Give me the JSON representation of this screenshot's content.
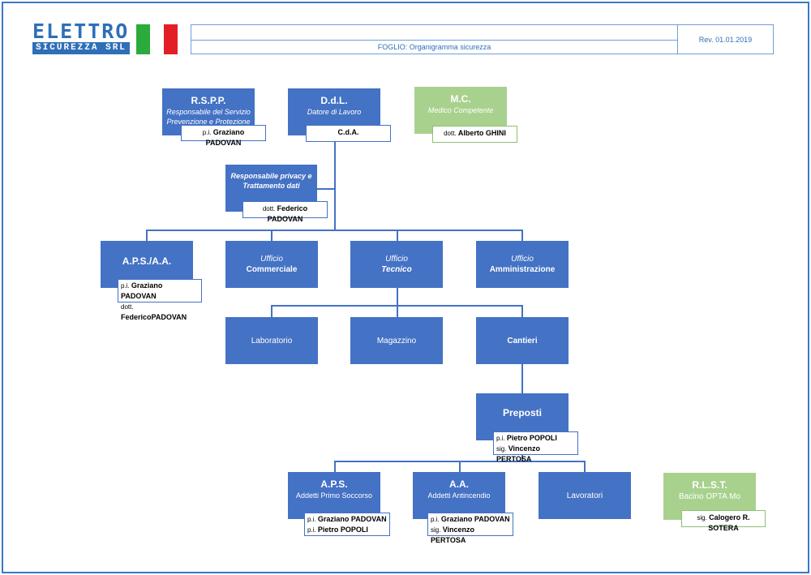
{
  "logo": {
    "top": "ELETTRO",
    "bottom": "SICUREZZA SRL"
  },
  "header": {
    "sheet": "FOGLIO: Organigramma sicurezza",
    "revision": "Rev. 01.01.2019"
  },
  "rspp": {
    "title": "R.S.P.P.",
    "sub1": "Responsabile del Servizio",
    "sub2": "Prevenzione e Protezione",
    "p1": "p.i.",
    "n1": "Graziano PADOVAN"
  },
  "ddl": {
    "title": "D.d.L.",
    "sub": "Datore di Lavoro",
    "label": "C.d.A."
  },
  "mc": {
    "title": "M.C.",
    "sub": "Medico Competente",
    "p1": "dott.",
    "n1": "Alberto GHINI"
  },
  "privacy": {
    "sub1": "Responsabile privacy e",
    "sub2": "Trattamento dati",
    "p1": "dott.",
    "n1": "Federico PADOVAN"
  },
  "apsaa": {
    "title": "A.P.S./A.A.",
    "p1": "p.i.",
    "n1": "Graziano PADOVAN",
    "p2": "dott.",
    "n2": "FedericoPADOVAN"
  },
  "commerciale": {
    "line1": "Ufficio",
    "line2": "Commerciale"
  },
  "tecnico": {
    "line1": "Ufficio",
    "line2": "Tecnico"
  },
  "amministrazione": {
    "line1": "Ufficio",
    "line2": "Amministrazione"
  },
  "laboratorio": {
    "label": "Laboratorio"
  },
  "magazzino": {
    "label": "Magazzino"
  },
  "cantieri": {
    "label": "Cantieri"
  },
  "preposti": {
    "title": "Preposti",
    "p1": "p.i.",
    "n1": "Pietro POPOLI",
    "p2": "sig.",
    "n2": "Vincenzo PERTOSA"
  },
  "aps": {
    "title": "A.P.S.",
    "sub": "Addetti Primo Soccorso",
    "p1": "p.i.",
    "n1": "Graziano PADOVAN",
    "p2": "p.i.",
    "n2": "Pietro POPOLI"
  },
  "aa": {
    "title": "A.A.",
    "sub": "Addetti Antincendio",
    "p1": "p.i.",
    "n1": "Graziano PADOVAN",
    "p2": "sig.",
    "n2": "Vincenzo PERTOSA"
  },
  "lavoratori": {
    "label": "Lavoratori"
  },
  "rlst": {
    "title": "R.L.S.T.",
    "sub": "Bacino OPTA Mo",
    "p1": "sig.",
    "n1": "Calogero R. SOTERA"
  },
  "colors": {
    "box": "#4472c4",
    "green": "#a9d18e",
    "brand": "#2f6fb8"
  }
}
